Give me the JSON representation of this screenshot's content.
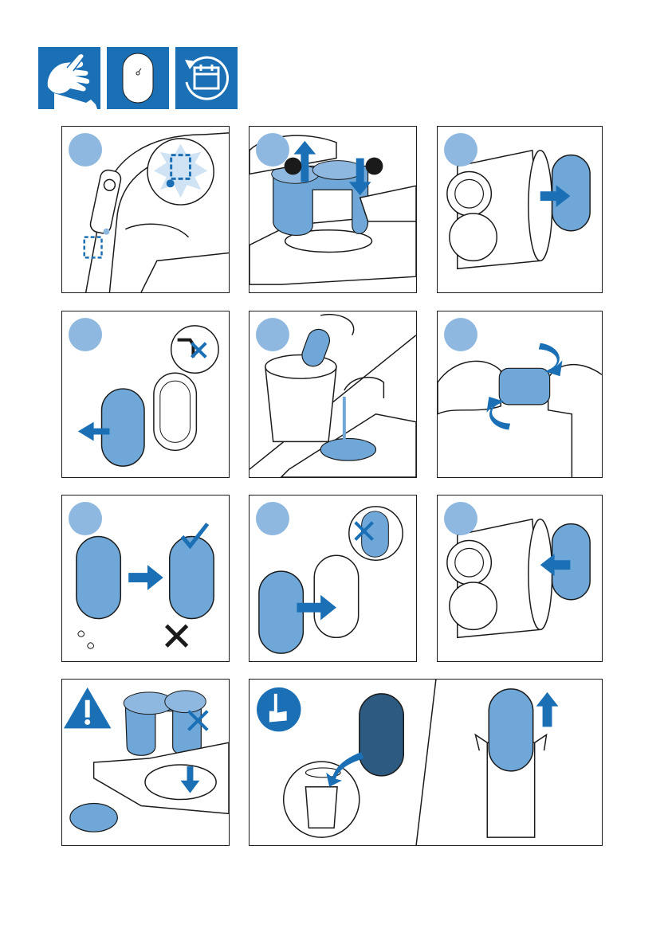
{
  "header_icons": [
    {
      "icon": "wipe-hands-icon"
    },
    {
      "icon": "filter-pad-icon"
    },
    {
      "icon": "calendar-cycle-icon"
    }
  ],
  "steps": [
    {
      "id": 1,
      "icon": "display-indicator-icon"
    },
    {
      "id": 2,
      "icon": "remove-container-icon"
    },
    {
      "id": 3,
      "icon": "remove-filter-icon"
    },
    {
      "id": 4,
      "icon": "pull-out-filter-icon"
    },
    {
      "id": 5,
      "icon": "rinse-filter-icon"
    },
    {
      "id": 6,
      "icon": "wring-filter-icon"
    },
    {
      "id": 7,
      "icon": "dry-filter-icon"
    },
    {
      "id": 8,
      "icon": "insert-filter-icon"
    },
    {
      "id": 9,
      "icon": "reattach-filter-icon"
    },
    {
      "id": 10,
      "icon": "warning-icon"
    },
    {
      "id": 11,
      "icon": "replace-filter-icon"
    }
  ],
  "colors": {
    "brand_blue": "#1a6fb5",
    "filter_blue": "#6fa8d8",
    "step_circle": "#8fb8e0"
  }
}
